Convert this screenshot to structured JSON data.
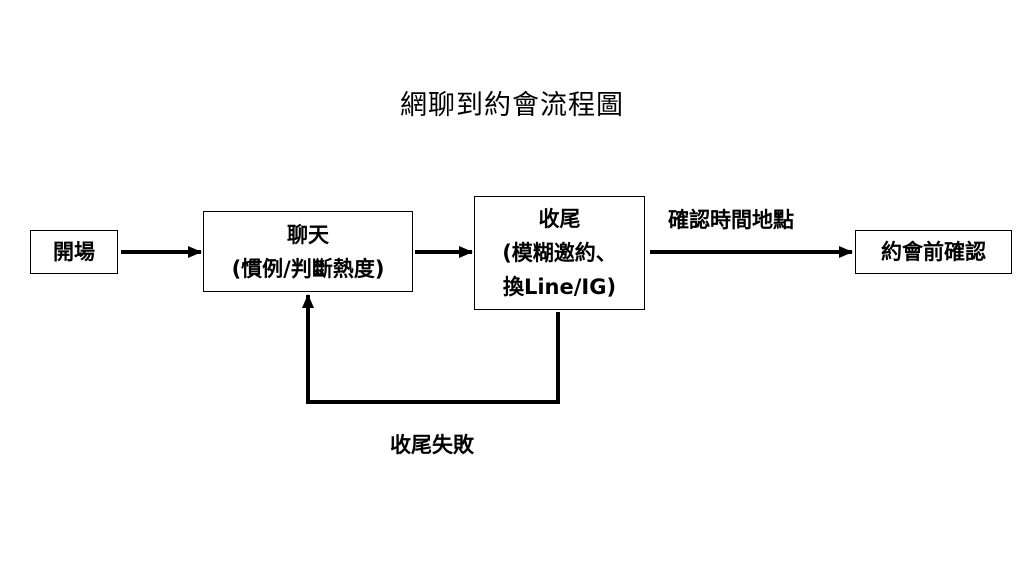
{
  "diagram": {
    "title": "網聊到約會流程圖",
    "nodes": {
      "start": {
        "label": "開場"
      },
      "chat": {
        "lines": [
          "聊天",
          "(慣例/判斷熱度)"
        ]
      },
      "close": {
        "lines": [
          "收尾",
          "(模糊邀約、",
          "換Line/IG)"
        ]
      },
      "confirm": {
        "label": "約會前確認"
      }
    },
    "edges": {
      "confirm_time": {
        "label": "確認時間地點"
      },
      "close_fail": {
        "label": "收尾失敗"
      }
    }
  }
}
